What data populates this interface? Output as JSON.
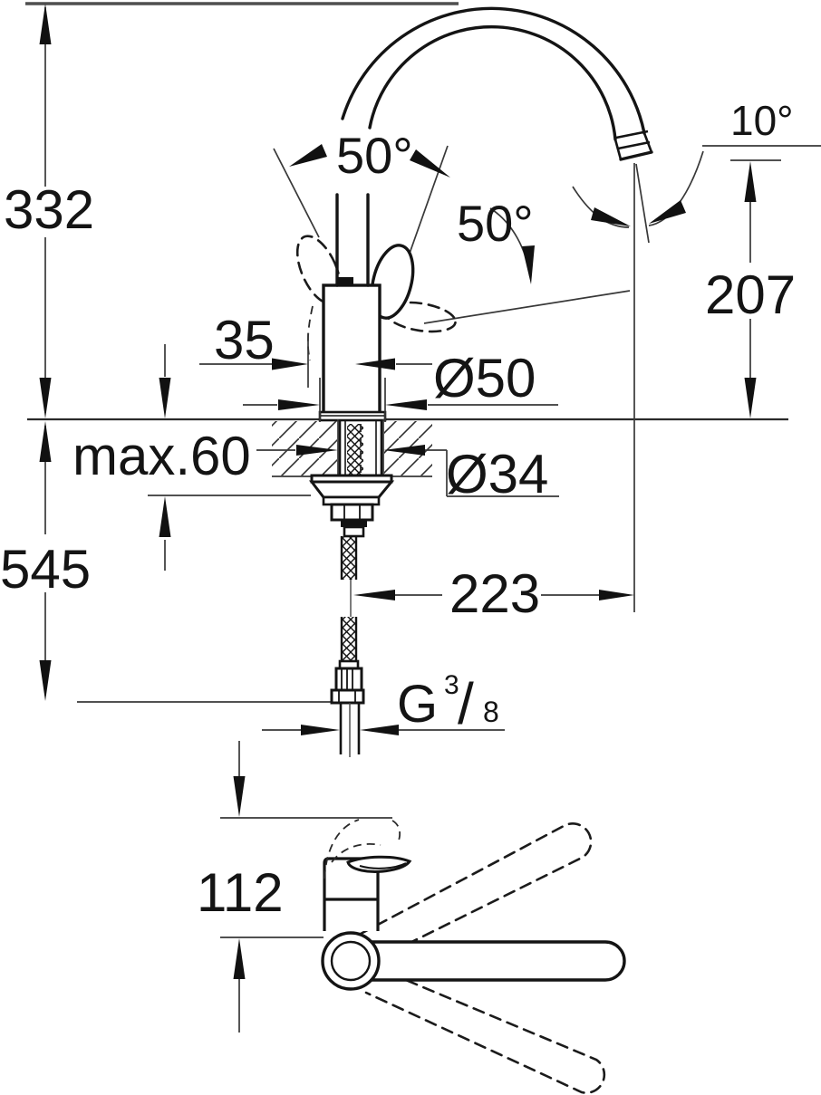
{
  "labels": {
    "dim_332": "332",
    "dim_545": "545",
    "dim_max60": "max.60",
    "dim_35": "35",
    "dim_d50": "Ø50",
    "dim_d34": "Ø34",
    "dim_207": "207",
    "dim_223": "223",
    "dim_112": "112",
    "angle_10": "10°",
    "angle_50_top": "50°",
    "angle_50_side": "50°",
    "thread_g": "G",
    "thread_num": "3",
    "thread_slash": "/",
    "thread_den": "8"
  },
  "colors": {
    "object_line": "#141414",
    "dimension_line": "#383838",
    "boundary_line": "#4f4f4f",
    "background": "#ffffff"
  }
}
